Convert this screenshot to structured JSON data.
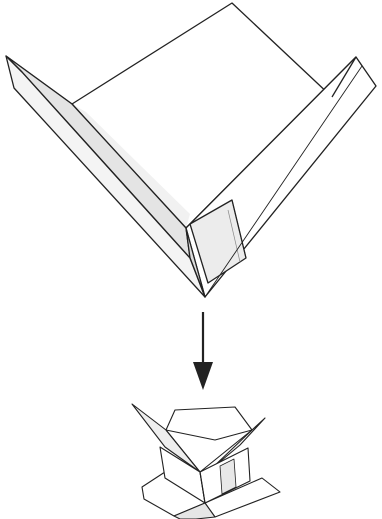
{
  "figure": {
    "top": "open-box-walls-folding",
    "arrow": "down-arrow",
    "bottom": "closed-box-flaps-open"
  },
  "colors": {
    "line": "#222222",
    "fill_light": "#ffffff",
    "fill_shade": "#eeeeee",
    "fill_dark": "#d6d6d6"
  }
}
